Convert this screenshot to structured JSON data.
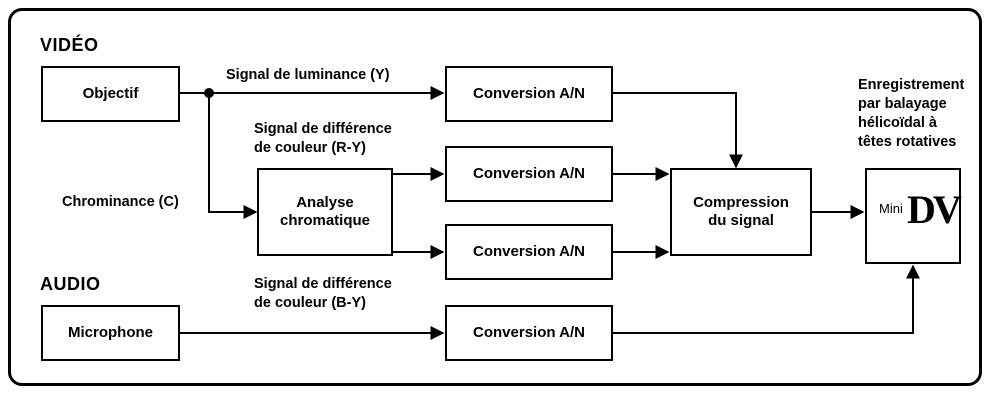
{
  "sections": {
    "video": "VIDÉO",
    "audio": "AUDIO"
  },
  "blocks": {
    "objectif": "Objectif",
    "microphone": "Microphone",
    "conv1": "Conversion A/N",
    "conv2": "Conversion A/N",
    "conv3": "Conversion A/N",
    "conv4": "Conversion A/N",
    "analyse": "Analyse\nchromatique",
    "compression": "Compression\ndu signal"
  },
  "signals": {
    "luminance": "Signal de luminance (Y)",
    "chrominance": "Chrominance (C)",
    "ry": "Signal de différence\nde couleur (R-Y)",
    "by": "Signal de différence\nde couleur (B-Y)"
  },
  "recorder": {
    "caption": "Enregistrement\npar balayage\nhélicoïdal à\ntêtes rotatives",
    "logo_mini": "Mini",
    "logo_dv": "DV"
  }
}
